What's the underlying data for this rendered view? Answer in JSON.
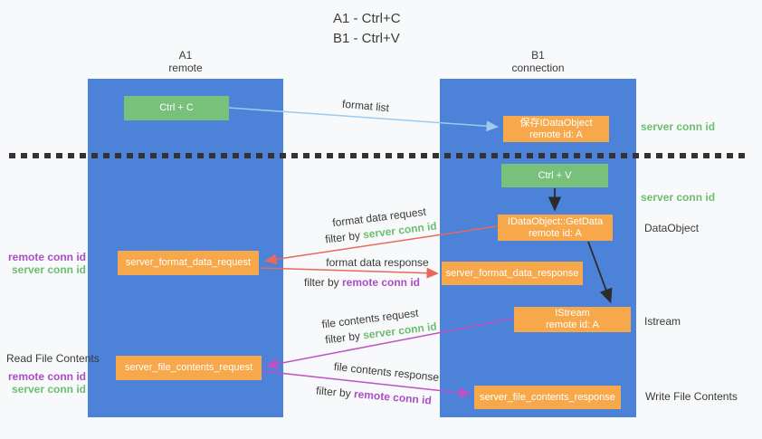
{
  "title": {
    "line1": "A1 - Ctrl+C",
    "line2": "B1 - Ctrl+V"
  },
  "lanes": {
    "a": {
      "name": "A1",
      "role": "remote"
    },
    "b": {
      "name": "B1",
      "role": "connection"
    }
  },
  "nodes": {
    "ctrl_c": {
      "label": "Ctrl + C"
    },
    "save_dataobject": {
      "line1": "保存IDataObject",
      "line2": "remote id: A"
    },
    "ctrl_v": {
      "label": "Ctrl + V"
    },
    "getdata": {
      "line1": "IDataObject::GetData",
      "line2": "remote id: A"
    },
    "format_request": {
      "label": "server_format_data_request"
    },
    "format_response": {
      "label": "server_format_data_response"
    },
    "istream": {
      "line1": "IStream",
      "line2": "remote id: A"
    },
    "file_request": {
      "label": "server_file_contents_request"
    },
    "file_response": {
      "label": "server_file_contents_response"
    }
  },
  "edge_labels": {
    "format_list": "format list",
    "format_request": {
      "text": "format data request",
      "filter": "filter by ",
      "id": "server conn id"
    },
    "format_response": {
      "text": "format data response",
      "filter": "filter by ",
      "id": "remote conn id"
    },
    "file_request": {
      "text": "file contents request",
      "filter": "filter by ",
      "id": "server conn id"
    },
    "file_response": {
      "text": "file contents response",
      "filter": "filter by ",
      "id": "remote conn id"
    }
  },
  "annotations": {
    "right_top_conn_id": "server conn id",
    "right_mid_conn_id": "server conn id",
    "dataobject": "DataObject",
    "istream": "Istream",
    "write_file_contents": "Write File Contents",
    "read_file_contents": "Read File Contents",
    "left_format_remote": "remote conn id",
    "left_format_server": "server conn id",
    "left_file_remote": "remote conn id",
    "left_file_server": "server conn id"
  },
  "colors": {
    "lane_blue": "#4C82D8",
    "node_orange": "#F7A84B",
    "node_green": "#77C17B",
    "green_text": "#6DBE71",
    "purple_text": "#AB4EC4",
    "red_arrow": "#E8695C",
    "magenta_arrow": "#BC52C4",
    "blue_arrow": "#9CCBEF",
    "black_arrow": "#2B2B2B",
    "background": "#F8F9FA"
  }
}
